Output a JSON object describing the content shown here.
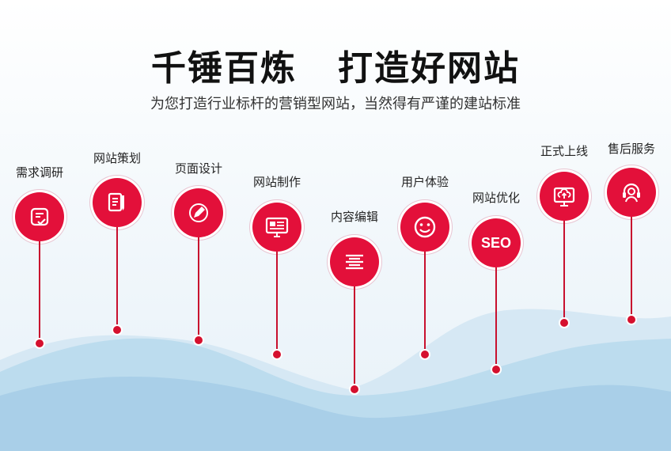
{
  "title": "千锤百炼   打造好网站",
  "subtitle": "为您打造行业标杆的营销型网站，当然得有严谨的建站标准",
  "colors": {
    "accent": "#e3103a",
    "wave_light": "#d3e6f3",
    "wave_dark": "#a9cfe6"
  },
  "steps": [
    {
      "label": "需求调研",
      "icon": "checklist-icon"
    },
    {
      "label": "网站策划",
      "icon": "notepad-pen-icon"
    },
    {
      "label": "页面设计",
      "icon": "pencil-icon"
    },
    {
      "label": "网站制作",
      "icon": "monitor-icon"
    },
    {
      "label": "内容编辑",
      "icon": "align-lines-icon"
    },
    {
      "label": "用户体验",
      "icon": "smiley-icon"
    },
    {
      "label": "网站优化",
      "icon": "seo-icon",
      "text": "SEO"
    },
    {
      "label": "正式上线",
      "icon": "cloud-upload-monitor-icon"
    },
    {
      "label": "售后服务",
      "icon": "headset-icon"
    }
  ]
}
